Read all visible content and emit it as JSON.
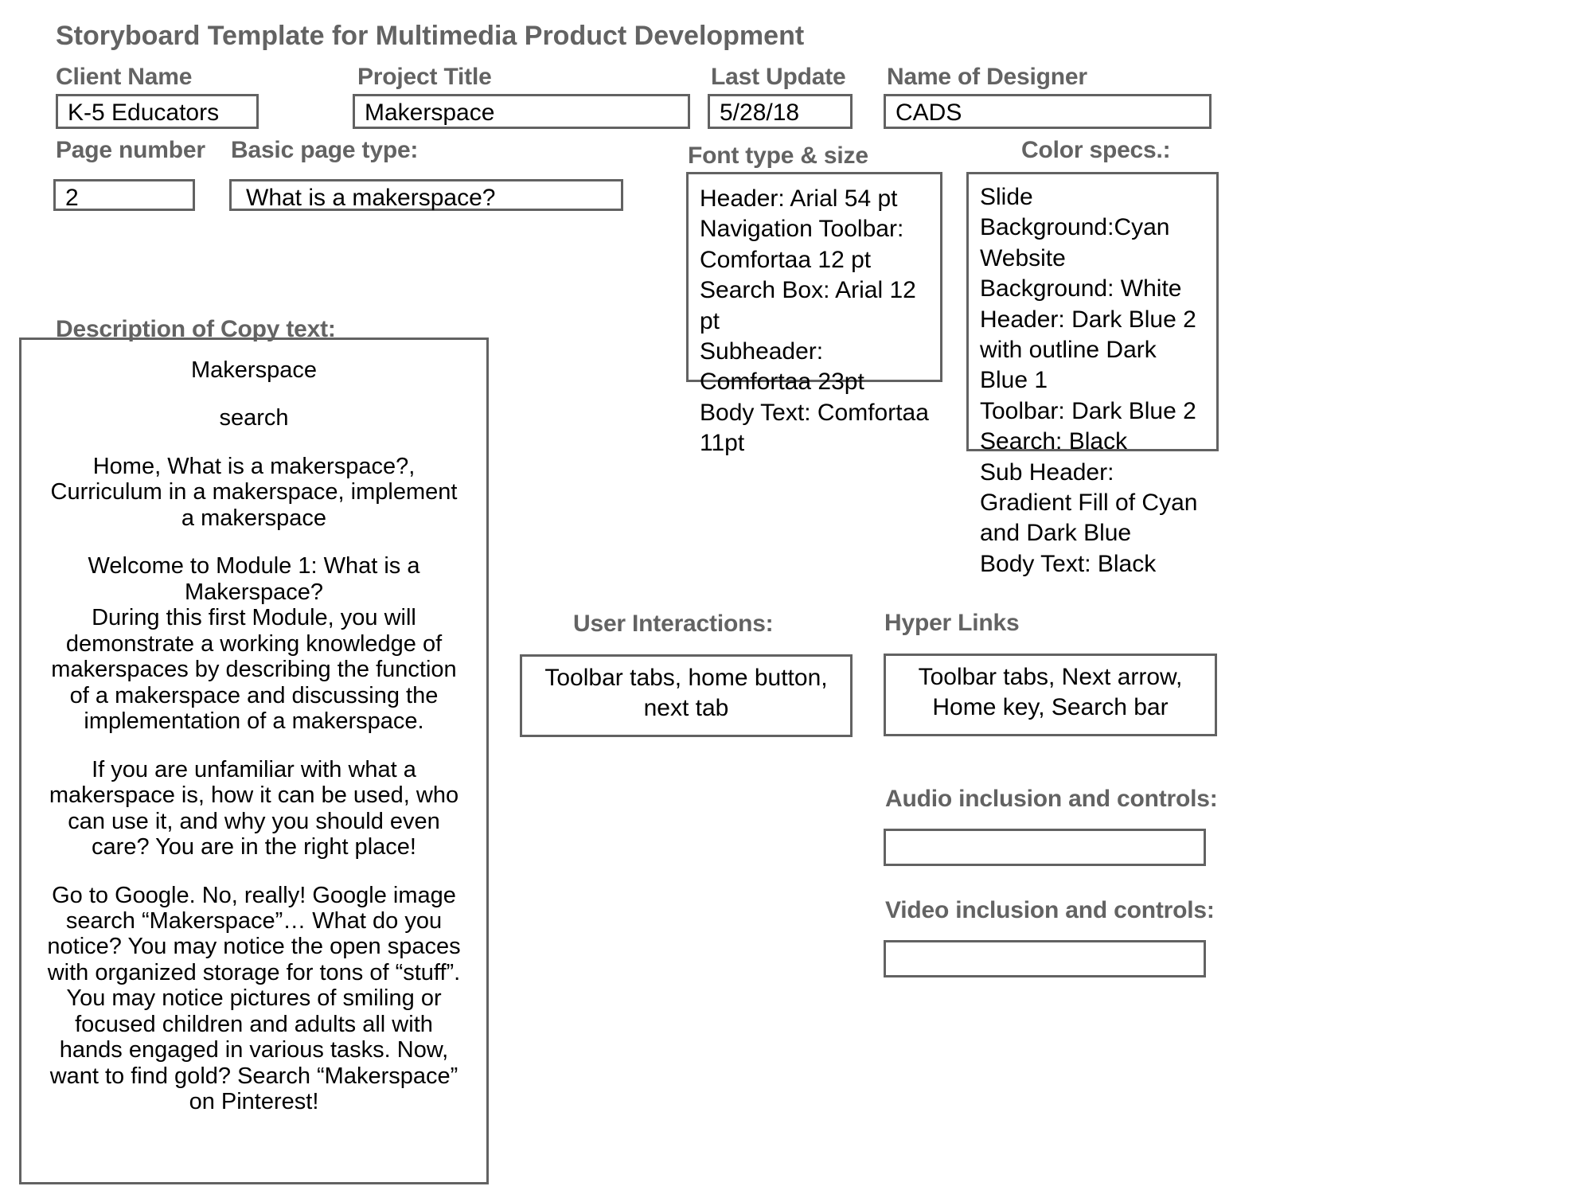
{
  "document": {
    "title": "Storyboard Template for Multimedia Product Development"
  },
  "header_fields": {
    "client": {
      "label": "Client Name",
      "value": "K-5 Educators"
    },
    "project": {
      "label": "Project Title",
      "value": "Makerspace"
    },
    "last_update": {
      "label": "Last Update",
      "value": "5/28/18"
    },
    "designer": {
      "label": "Name of Designer",
      "value": "CADS"
    }
  },
  "page_fields": {
    "page_number": {
      "label": "Page number",
      "value": "2"
    },
    "page_type": {
      "label": "Basic page type:",
      "value": "What is a makerspace?"
    }
  },
  "font_specs": {
    "label": "Font type & size",
    "lines": [
      "Header: Arial 54 pt",
      "Navigation Toolbar: Comfortaa 12 pt",
      "Search Box: Arial 12 pt",
      "Subheader: Comfortaa 23pt",
      "Body Text: Comfortaa 11pt"
    ]
  },
  "color_specs": {
    "label": "Color specs.:",
    "lines": [
      "Slide Background:Cyan",
      "Website Background: White",
      "Header: Dark Blue 2 with outline Dark Blue 1",
      "Toolbar: Dark Blue 2",
      "Search: Black",
      "Sub Header: Gradient Fill of Cyan and Dark Blue",
      "Body Text: Black"
    ]
  },
  "copy_text": {
    "label": "Description of Copy text:",
    "paragraphs": [
      "Makerspace",
      "search",
      "Home, What is a makerspace?, Curriculum in a makerspace, implement a makerspace",
      "Welcome to Module 1: What is a Makerspace?",
      "During this first Module, you will demonstrate a working knowledge of makerspaces by describing the function of a makerspace and discussing the implementation of a makerspace.",
      "If you are unfamiliar with what a makerspace is, how it can be used, who can use it, and why you should even care? You are in the right place!",
      "Go to Google. No, really! Google image search “Makerspace”…  What do you notice? You may notice the open spaces with organized storage for tons of “stuff”. You may notice pictures of smiling or focused children and adults all with hands engaged in various tasks.  Now, want to find gold? Search “Makerspace” on Pinterest!"
    ]
  },
  "user_interactions": {
    "label": "User Interactions:",
    "value": "Toolbar tabs, home button, next tab"
  },
  "hyper_links": {
    "label": "Hyper Links",
    "value": "Toolbar tabs, Next arrow, Home key, Search bar"
  },
  "audio": {
    "label": "Audio inclusion and controls:",
    "value": ""
  },
  "video": {
    "label": "Video inclusion and controls:",
    "value": ""
  },
  "colors": {
    "label_gray": "#636363",
    "border_gray": "#626262",
    "text_black": "#000000",
    "background": "#ffffff"
  }
}
